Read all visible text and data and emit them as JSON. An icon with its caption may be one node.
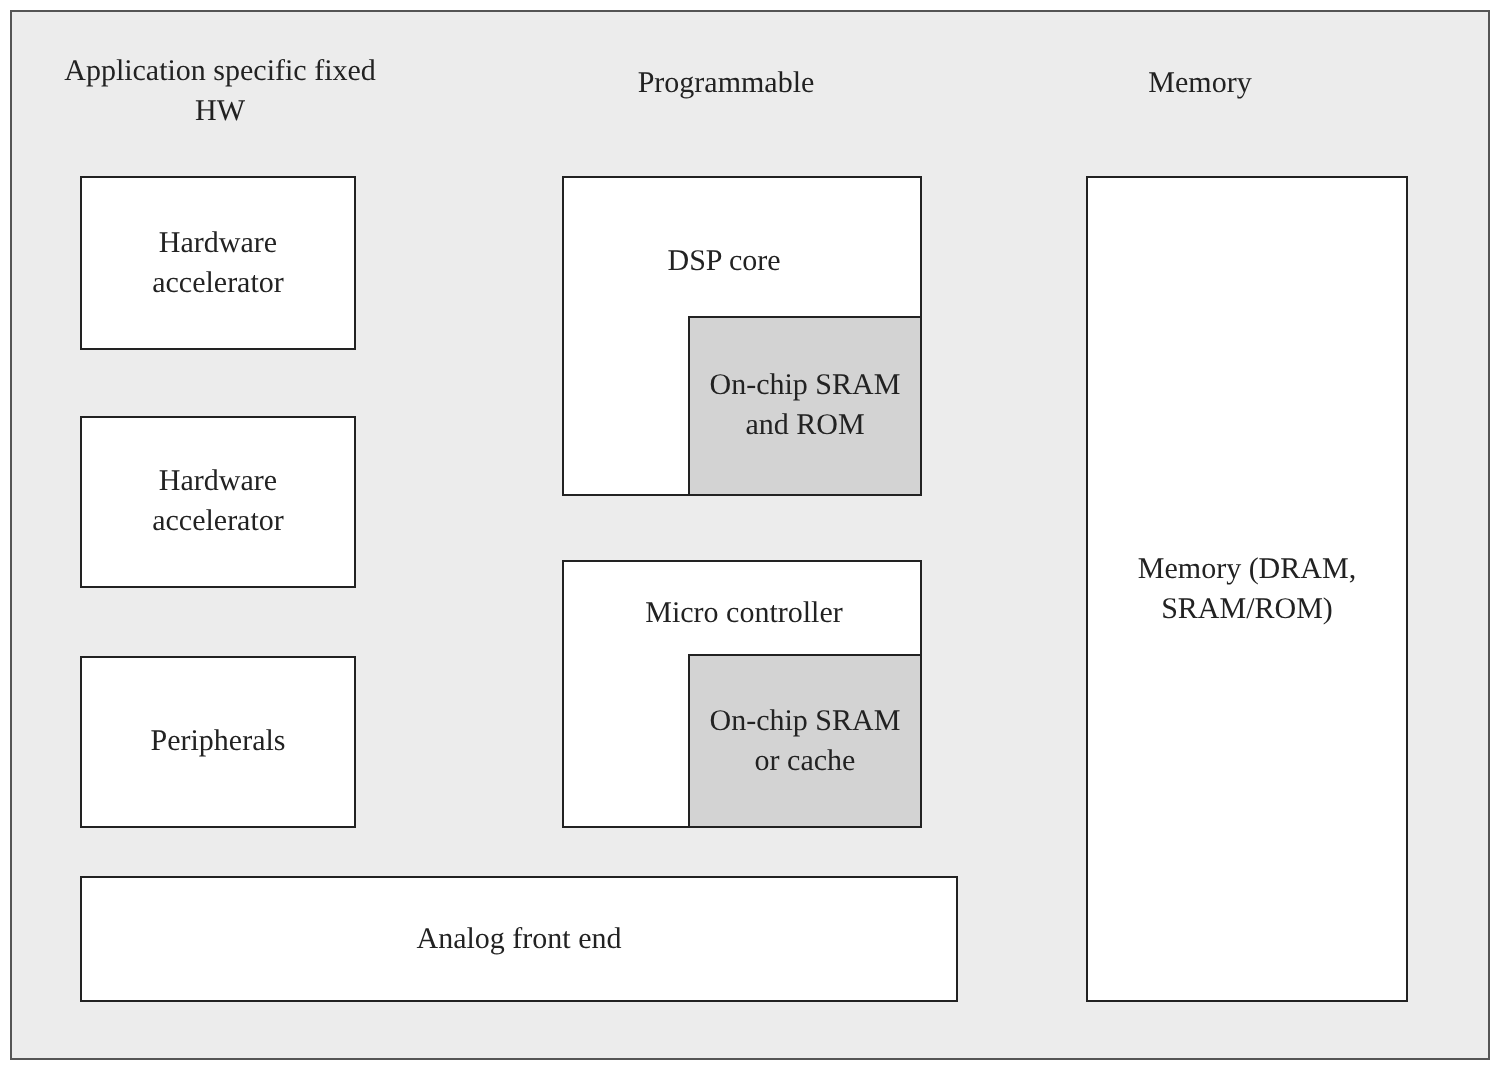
{
  "diagram": {
    "nodes": [
      {
        "text": [
          "Hardware accelerator"
        ]
      },
      {
        "text": [
          "Hardware accelerator"
        ]
      },
      {
        "text": [
          "Peripherals"
        ]
      },
      {
        "text": [
          "DSP core"
        ]
      },
      {
        "text": [
          "On-chip SRAM and ROM"
        ],
        "in": 3
      },
      {
        "text": [
          "Micro controller"
        ]
      },
      {
        "text": [
          "On-chip SRAM or cache"
        ],
        "in": 5
      },
      {
        "text": [
          "Analog front end"
        ]
      },
      {
        "text": [
          "Memory (DRAM, SRAM/ROM)"
        ]
      }
    ],
    "edges": [],
    "labels": [
      "Application specific fixed HW",
      "Programmable",
      "Memory"
    ]
  }
}
